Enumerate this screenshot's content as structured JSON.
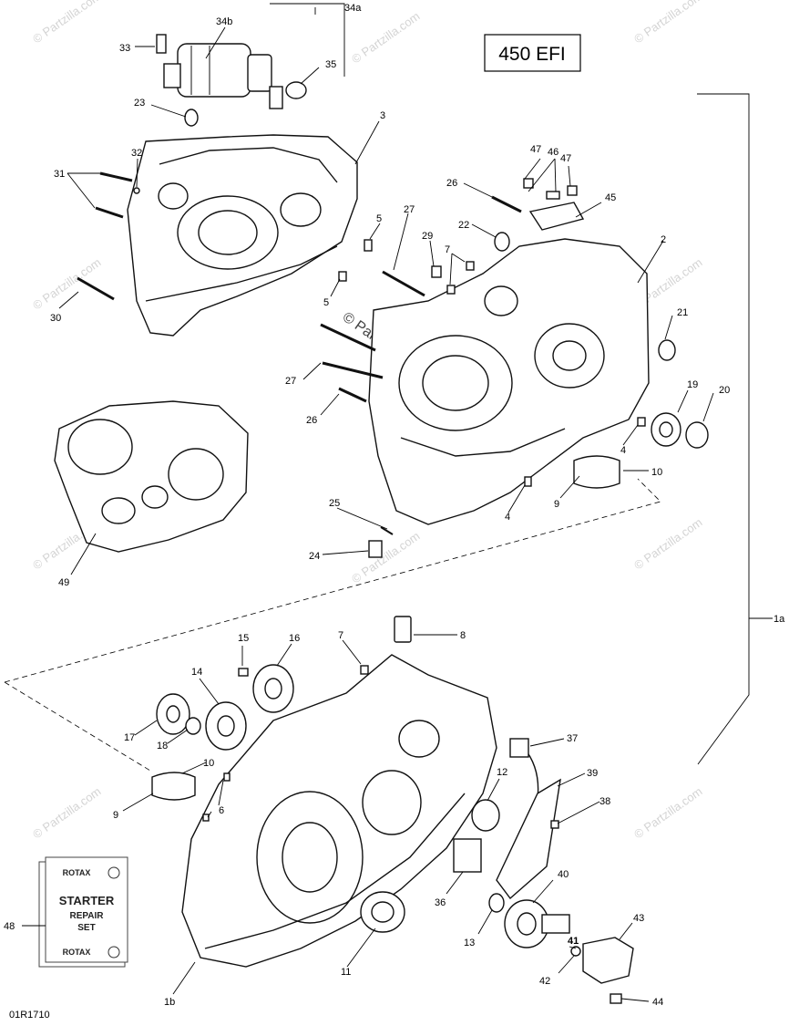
{
  "model_label": "450 EFI",
  "diagram_code": "01R1710",
  "watermark_text": "© Partzilla.com",
  "kit_card": {
    "brand": "ROTAX",
    "line1": "STARTER",
    "line2": "REPAIR",
    "line3": "SET"
  },
  "callouts": {
    "c1a": "1a",
    "c1b": "1b",
    "c2": "2",
    "c3": "3",
    "c4a": "4",
    "c4b": "4",
    "c5a": "5",
    "c5b": "5",
    "c6": "6",
    "c7a": "7",
    "c7b": "7",
    "c8": "8",
    "c9a": "9",
    "c9b": "9",
    "c10a": "10",
    "c10b": "10",
    "c11": "11",
    "c12": "12",
    "c13": "13",
    "c14": "14",
    "c15": "15",
    "c16": "16",
    "c17": "17",
    "c18": "18",
    "c19": "19",
    "c20": "20",
    "c21": "21",
    "c22": "22",
    "c23": "23",
    "c24": "24",
    "c25": "25",
    "c26a": "26",
    "c26b": "26",
    "c27a": "27",
    "c27b": "27",
    "c29": "29",
    "c30": "30",
    "c31": "31",
    "c32": "32",
    "c33": "33",
    "c34a": "34a",
    "c34b": "34b",
    "c35": "35",
    "c36": "36",
    "c37": "37",
    "c38": "38",
    "c39": "39",
    "c40": "40",
    "c41": "41",
    "c42": "42",
    "c43": "43",
    "c44": "44",
    "c45": "45",
    "c46": "46",
    "c47a": "47",
    "c47b": "47",
    "c48": "48",
    "c49": "49"
  }
}
